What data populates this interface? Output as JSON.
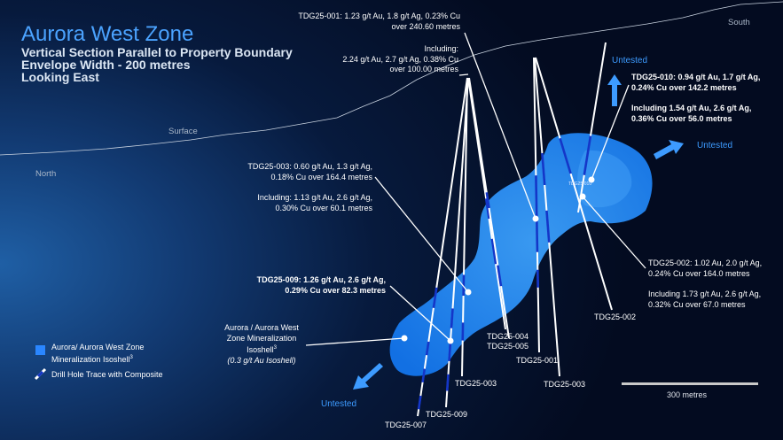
{
  "title": {
    "main": "Aurora West Zone",
    "sub1": "Vertical Section Parallel to Property Boundary",
    "sub2": "Envelope Width - 200 metres",
    "sub3": "Looking East"
  },
  "directions": {
    "south": "South",
    "north": "North",
    "surface": "Surface"
  },
  "untested": {
    "top": "Untested",
    "right": "Untested",
    "bottom": "Untested"
  },
  "callouts": {
    "tdg25_001": {
      "line1": "TDG25-001: 1.23 g/t Au, 1.8 g/t Ag, 0.23% Cu",
      "line2": "over 240.60 metres"
    },
    "including_001": {
      "line1": "Including:",
      "line2": "2.24 g/t Au, 2.7 g/t Ag, 0.38% Cu",
      "line3": "over 100.00 metres"
    },
    "tdg25_010": {
      "line1": "TDG25-010: 0.94 g/t Au, 1.7 g/t Ag,",
      "line2": "0.24% Cu over 142.2 metres"
    },
    "including_010": {
      "line1": "Including 1.54 g/t Au, 2.6 g/t Ag,",
      "line2": "0.36% Cu over 56.0 metres"
    },
    "tdg25_003": {
      "line1": "TDG25-003: 0.60 g/t Au, 1.3 g/t Ag,",
      "line2": "0.18% Cu over 164.4 metres"
    },
    "including_003": {
      "line1": "Including: 1.13 g/t Au, 2.6 g/t Ag,",
      "line2": "0.30% Cu over 60.1 metres"
    },
    "tdg25_009": {
      "line1": "TDG25-009: 1.26 g/t Au, 2.6 g/t Ag,",
      "line2": "0.29% Cu over 82.3 metres"
    },
    "tdg25_002": {
      "line1": "TDG25-002: 1.02 Au, 2.0 g/t Ag,",
      "line2": "0.24% Cu over 164.0 metres"
    },
    "including_002": {
      "line1": "Including 1.73 g/t Au, 2.6 g/t Ag,",
      "line2": "0.32% Cu over 67.0 metres"
    },
    "isoshell": {
      "line1": "Aurora / Aurora West",
      "line2": "Zone Mineralization",
      "line3": "Isoshell",
      "sup": "3",
      "line4": "(0.3 g/t Au Isoshell)"
    }
  },
  "hole_labels": {
    "h004": "TDG25-004",
    "h005": "TDG25-005",
    "h001": "TDG25-001",
    "h002": "TDG25-002",
    "h003_right": "TDG25-003",
    "h003_left": "TDG25-003",
    "h009": "TDG25-009",
    "h007": "TDG25-007"
  },
  "tiny_label": "TDG25-010",
  "legend": {
    "isoshell_line1": "Aurora/ Aurora West Zone",
    "isoshell_line2": "Mineralization Isoshell",
    "isoshell_sup": "3",
    "drillhole": "Drill Hole Trace with Composite"
  },
  "scale": {
    "label": "300 metres"
  },
  "colors": {
    "title": "#4ba3ff",
    "isoshell": "#1f8cff",
    "composite": "#1436c8",
    "untested_arrow": "#3d9bff",
    "background": "#061638"
  }
}
